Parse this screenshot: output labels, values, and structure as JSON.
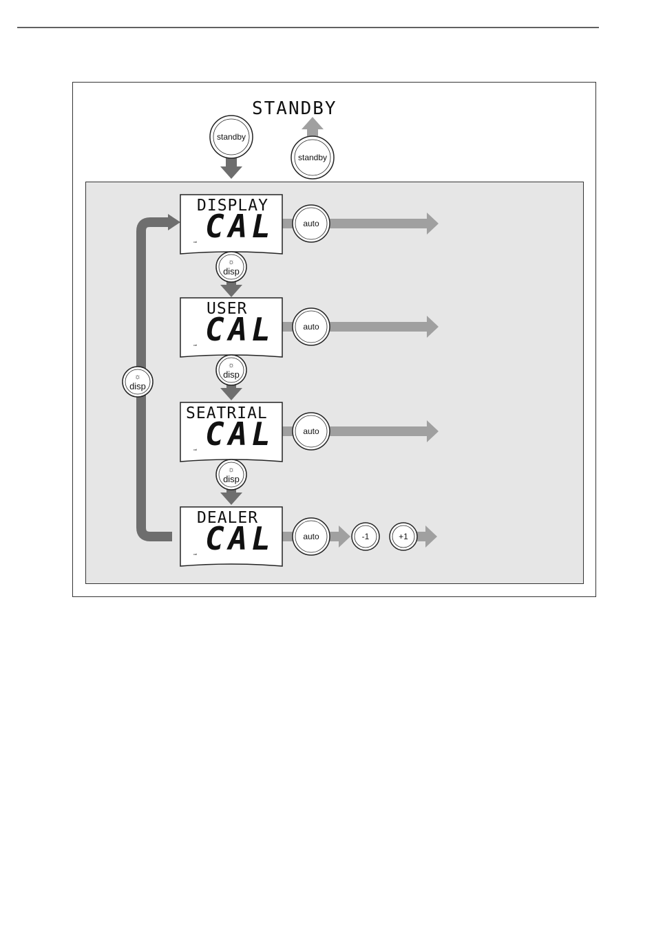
{
  "title": "STANDBY",
  "buttons": {
    "standby": "standby",
    "auto": "auto",
    "disp": "disp",
    "minus": "-1",
    "plus": "+1"
  },
  "screens": [
    {
      "top": "DISPLAY",
      "big": "CAL",
      "small": "cal"
    },
    {
      "top": "USER",
      "big": "CAL",
      "small": "cal"
    },
    {
      "top": "SEATRIAL",
      "big": "CAL",
      "small": "cal"
    },
    {
      "top": "DEALER",
      "big": "CAL",
      "small": "cal"
    }
  ],
  "colors": {
    "panel": "#e6e6e6",
    "dark_arrow": "#6e6e6e",
    "light_arrow": "#a0a0a0"
  }
}
